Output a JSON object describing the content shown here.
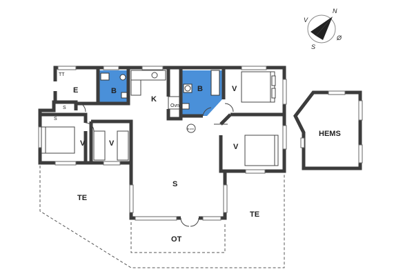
{
  "rooms": {
    "E": "E",
    "B1": "B",
    "K": "K",
    "B2": "B",
    "V1": "V",
    "V2": "V",
    "V3": "V",
    "V4": "V",
    "S": "S",
    "HEMS": "HEMS",
    "TE1": "TE",
    "TE2": "TE",
    "OT": "OT"
  },
  "fixtures": {
    "tt": "TT",
    "s1": "S",
    "s2": "S",
    "ovn": "Ovn",
    "brann": "Br.ovn"
  },
  "compass": {
    "n": "N",
    "s": "S",
    "v": "V",
    "o": "Ø"
  },
  "colors": {
    "wall": "#3c3c3c",
    "bath": "#4a90d9",
    "line": "#444444"
  }
}
